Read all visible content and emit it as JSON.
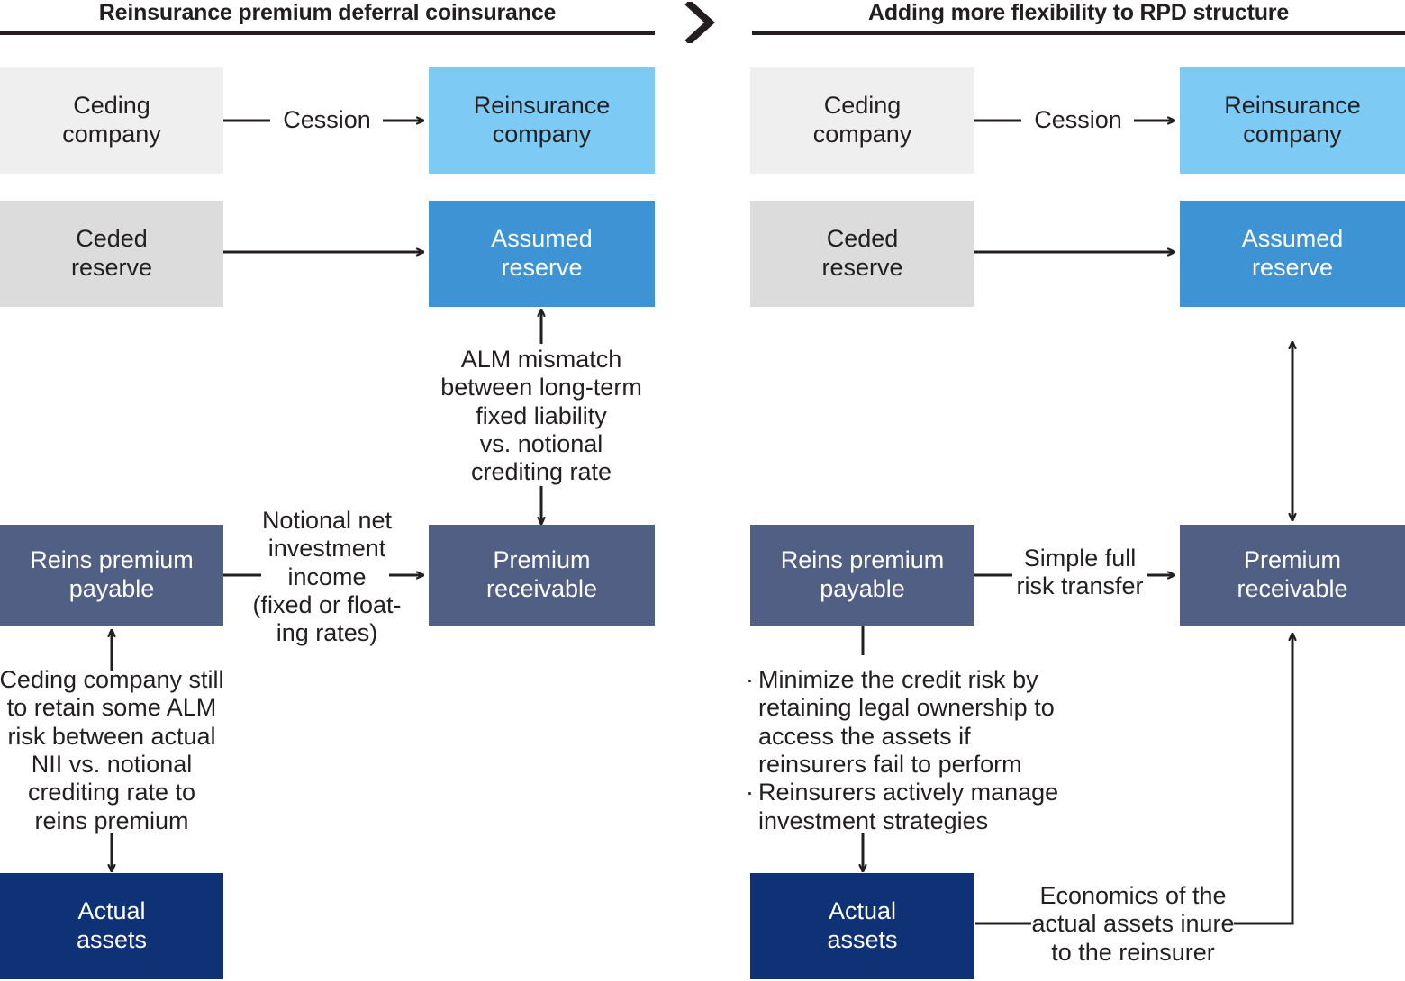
{
  "colors": {
    "ink": "#231f20",
    "grey_light": "#efefef",
    "grey_mid": "#dcdcdc",
    "blue_light": "#7dcbf5",
    "blue_mid": "#3d93d4",
    "slate": "#515f85",
    "navy": "#0f3276",
    "white": "#ffffff"
  },
  "panels": [
    {
      "id": "left",
      "title": "Reinsurance premium deferral coinsurance",
      "boxes": {
        "ceding_company": "Ceding\ncompany",
        "reinsurance_company": "Reinsurance\ncompany",
        "ceded_reserve": "Ceded\nreserve",
        "assumed_reserve": "Assumed\nreserve",
        "reins_premium_payable": "Reins premium\npayable",
        "premium_receivable": "Premium\nreceivable",
        "actual_assets": "Actual\nassets"
      },
      "labels": {
        "cession": "Cession",
        "alm_mismatch": "ALM mismatch\nbetween long-term\nfixed liability\nvs. notional\ncrediting rate",
        "notional_nii": "Notional net\ninvestment\nincome\n(fixed or float-\ning rates)",
        "ceding_retains": "Ceding company still\nto retain some ALM\nrisk between actual\nNII vs. notional\ncrediting rate to\nreins premium"
      }
    },
    {
      "id": "right",
      "title": "Adding more flexibility to RPD structure",
      "boxes": {
        "ceding_company": "Ceding\ncompany",
        "reinsurance_company": "Reinsurance\ncompany",
        "ceded_reserve": "Ceded\nreserve",
        "assumed_reserve": "Assumed\nreserve",
        "reins_premium_payable": "Reins premium\npayable",
        "premium_receivable": "Premium\nreceivable",
        "actual_assets": "Actual\nassets"
      },
      "labels": {
        "cession": "Cession",
        "simple_full_risk_transfer": "Simple full\nrisk transfer",
        "economics": "Economics of the\nactual assets inure\nto the reinsurer"
      },
      "bullets": [
        "Minimize the credit risk by retaining legal ownership to access the assets if reinsurers fail to perform",
        "Reinsurers actively manage investment strategies"
      ],
      "bullet_marker": "·"
    }
  ],
  "separator": {
    "icon": "chevron-right"
  }
}
